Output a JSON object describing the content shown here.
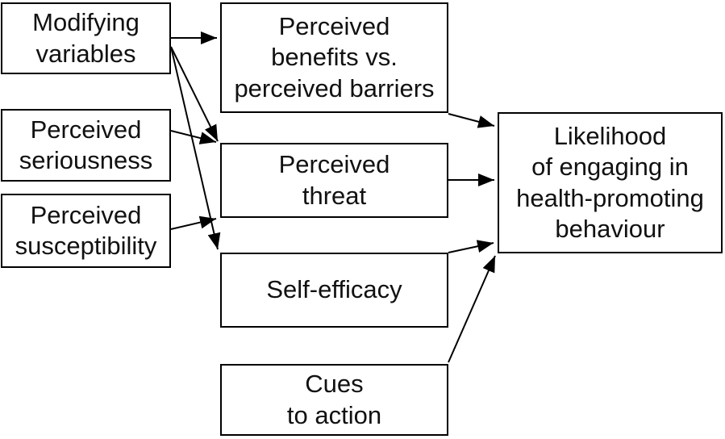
{
  "diagram": {
    "nodes": {
      "modifying": {
        "label": "Modifying\nvariables"
      },
      "seriousness": {
        "label": "Perceived\nseriousness"
      },
      "susceptibility": {
        "label": "Perceived\nsusceptibility"
      },
      "benefits": {
        "label": "Perceived\nbenefits vs.\nperceived barriers"
      },
      "threat": {
        "label": "Perceived\nthreat"
      },
      "self_efficacy": {
        "label": "Self-efficacy"
      },
      "cues": {
        "label": "Cues\nto action"
      },
      "likelihood": {
        "label": "Likelihood\nof engaging in\nhealth-promoting\nbehaviour"
      }
    },
    "edges": [
      {
        "from": "Modifying variables",
        "to": "Perceived benefits vs. perceived barriers"
      },
      {
        "from": "Modifying variables",
        "to": "Perceived threat"
      },
      {
        "from": "Modifying variables",
        "to": "Self-efficacy"
      },
      {
        "from": "Perceived seriousness",
        "to": "Perceived threat"
      },
      {
        "from": "Perceived susceptibility",
        "to": "Perceived threat"
      },
      {
        "from": "Perceived benefits vs. perceived barriers",
        "to": "Likelihood of engaging in health-promoting behaviour"
      },
      {
        "from": "Perceived threat",
        "to": "Likelihood of engaging in health-promoting behaviour"
      },
      {
        "from": "Self-efficacy",
        "to": "Likelihood of engaging in health-promoting behaviour"
      },
      {
        "from": "Cues to action",
        "to": "Likelihood of engaging in health-promoting behaviour"
      }
    ],
    "colors": {
      "line": "#000000",
      "text": "#111111",
      "background": "#ffffff"
    }
  }
}
